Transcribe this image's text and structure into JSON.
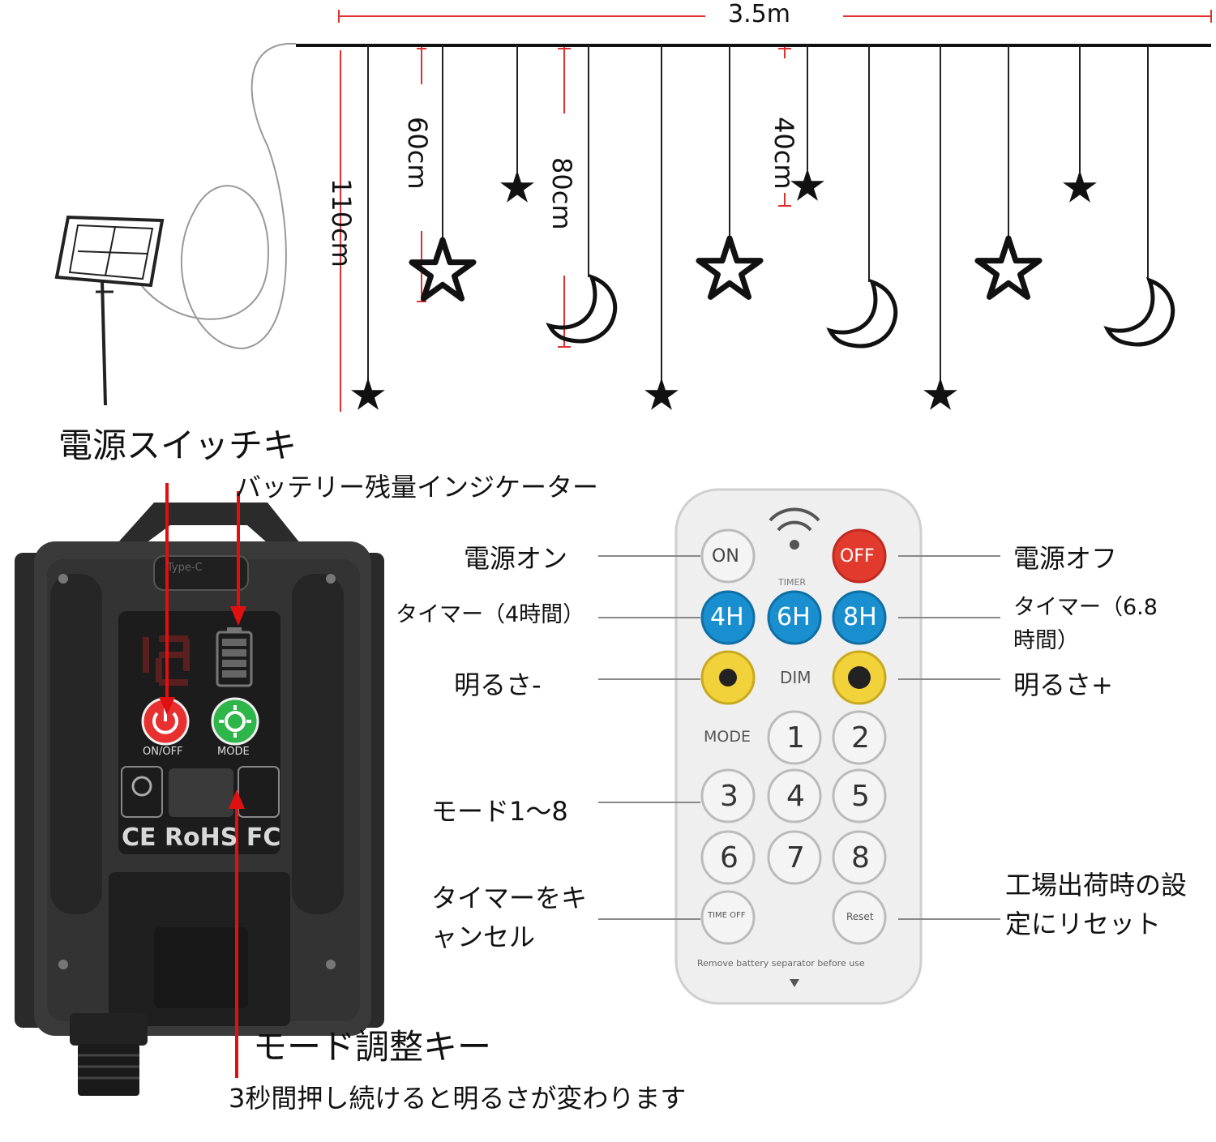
{
  "curtain": {
    "width_label": "3.5m",
    "drop_labels": [
      "110cm",
      "60cm",
      "80cm",
      "40cm"
    ]
  },
  "controller": {
    "power_key_title": "電源スイッチキ",
    "battery_title": "バッテリー残量インジケーター",
    "mode_key_title": "モード調整キー",
    "mode_key_note": "3秒間押し続けると明るさが変わります",
    "on_off_label": "ON/OFF",
    "mode_label": "MODE",
    "port_label": "Type-C",
    "cert_text": "CE RoHS FC"
  },
  "remote": {
    "timer_caption": "TIMER",
    "dim_caption": "DIM",
    "mode_caption": "MODE",
    "bottom_note": "Remove battery separator before use",
    "buttons": {
      "on": "ON",
      "off": "OFF",
      "t4": "4H",
      "t6": "6H",
      "t8": "8H",
      "n1": "1",
      "n2": "2",
      "n3": "3",
      "n4": "4",
      "n5": "5",
      "n6": "6",
      "n7": "7",
      "n8": "8",
      "timeoff": "TIME OFF",
      "reset": "Reset"
    },
    "labels": {
      "power_on": "電源オン",
      "power_off": "電源オフ",
      "timer_4": "タイマー（4時間）",
      "timer_68": "タイマー（6.8時間）",
      "bright_minus": "明るさ-",
      "bright_plus": "明るさ+",
      "modes": "モード1～8",
      "cancel_timer": "タイマーをキャンセル",
      "factory_reset": "工場出荷時の設定にリセット"
    }
  },
  "colors": {
    "arrow": "#e01010",
    "dim_line": "#e03030",
    "off_button": "#e23b2e",
    "timer_button": "#1a8fd0",
    "dim_button": "#f2d23a",
    "mode_button": "#2fb64a",
    "power_button": "#e83030"
  }
}
